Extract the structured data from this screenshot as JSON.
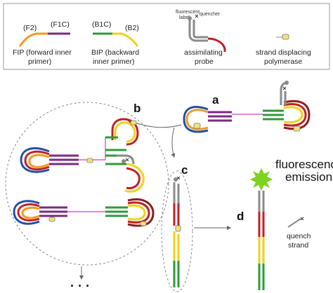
{
  "legend": {
    "fip": {
      "left_label": "(F2)",
      "right_label": "(F1C)",
      "line1": "FIP (forward inner",
      "line2": "primer)"
    },
    "bip": {
      "left_label": "(B1C)",
      "right_label": "(B2)",
      "line1": "BIP (backward",
      "line2": "inner primer)"
    },
    "probe": {
      "fluor_label_1": "fluorescent",
      "fluor_label_2": "label",
      "quencher_label": "quencher",
      "line1": "assimilating",
      "line2": "probe"
    },
    "polymerase": {
      "line1": "strand displacing",
      "line2": "polymerase"
    }
  },
  "panels": {
    "a": "a",
    "b": "b",
    "c": "c",
    "d": "d"
  },
  "emission": {
    "line1": "fluorescence",
    "line2": "emission"
  },
  "quench_strand": {
    "line1": "quench",
    "line2": "strand"
  },
  "continuation": "· · ·",
  "colors": {
    "orange": "#f39a1f",
    "purple": "#7a2a82",
    "magenta": "#d760c8",
    "green": "#2e9a3a",
    "yellow": "#f1d21a",
    "red": "#c21f25",
    "darkred": "#8c1d1d",
    "blue": "#1f4fa8",
    "gray": "#8a8a8a",
    "glow": "#7ed321"
  }
}
